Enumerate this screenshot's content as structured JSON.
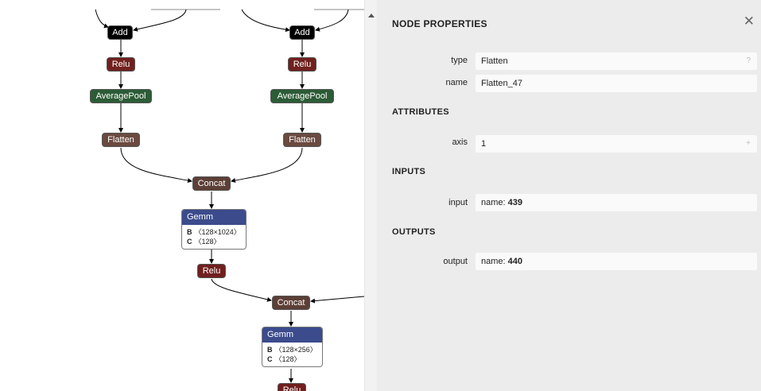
{
  "graph": {
    "nodes": [
      {
        "id": "add1",
        "label": "Add",
        "op": "add"
      },
      {
        "id": "add2",
        "label": "Add",
        "op": "add"
      },
      {
        "id": "relu1",
        "label": "Relu",
        "op": "relu"
      },
      {
        "id": "relu2",
        "label": "Relu",
        "op": "relu"
      },
      {
        "id": "pool1",
        "label": "AveragePool",
        "op": "pool"
      },
      {
        "id": "pool2",
        "label": "AveragePool",
        "op": "pool"
      },
      {
        "id": "flat1",
        "label": "Flatten",
        "op": "flatten"
      },
      {
        "id": "flat2",
        "label": "Flatten",
        "op": "flatten"
      },
      {
        "id": "concat1",
        "label": "Concat",
        "op": "concat"
      },
      {
        "id": "relu3",
        "label": "Relu",
        "op": "relu"
      },
      {
        "id": "concat2",
        "label": "Concat",
        "op": "concat"
      },
      {
        "id": "relu4",
        "label": "Relu",
        "op": "relu"
      }
    ],
    "gemm": [
      {
        "label": "Gemm",
        "rows": [
          {
            "k": "B",
            "v": "〈128×1024〉"
          },
          {
            "k": "C",
            "v": "〈128〉"
          }
        ]
      },
      {
        "label": "Gemm",
        "rows": [
          {
            "k": "B",
            "v": "〈128×256〉"
          },
          {
            "k": "C",
            "v": "〈128〉"
          }
        ]
      }
    ],
    "colors": {
      "add": "#000000",
      "relu": "#70201e",
      "pool": "#2c5c36",
      "flatten": "#6b4a40",
      "concat": "#5c3f36",
      "gemm": "#3b4b8c"
    }
  },
  "panel": {
    "title": "NODE PROPERTIES",
    "close_icon": "close-icon",
    "type_label": "type",
    "type_value": "Flatten",
    "type_action": "?",
    "name_label": "name",
    "name_value": "Flatten_47",
    "attributes_header": "ATTRIBUTES",
    "axis_label": "axis",
    "axis_value": "1",
    "axis_action": "+",
    "inputs_header": "INPUTS",
    "input_label": "input",
    "input_prefix": "name: ",
    "input_value": "439",
    "outputs_header": "OUTPUTS",
    "output_label": "output",
    "output_prefix": "name: ",
    "output_value": "440"
  }
}
